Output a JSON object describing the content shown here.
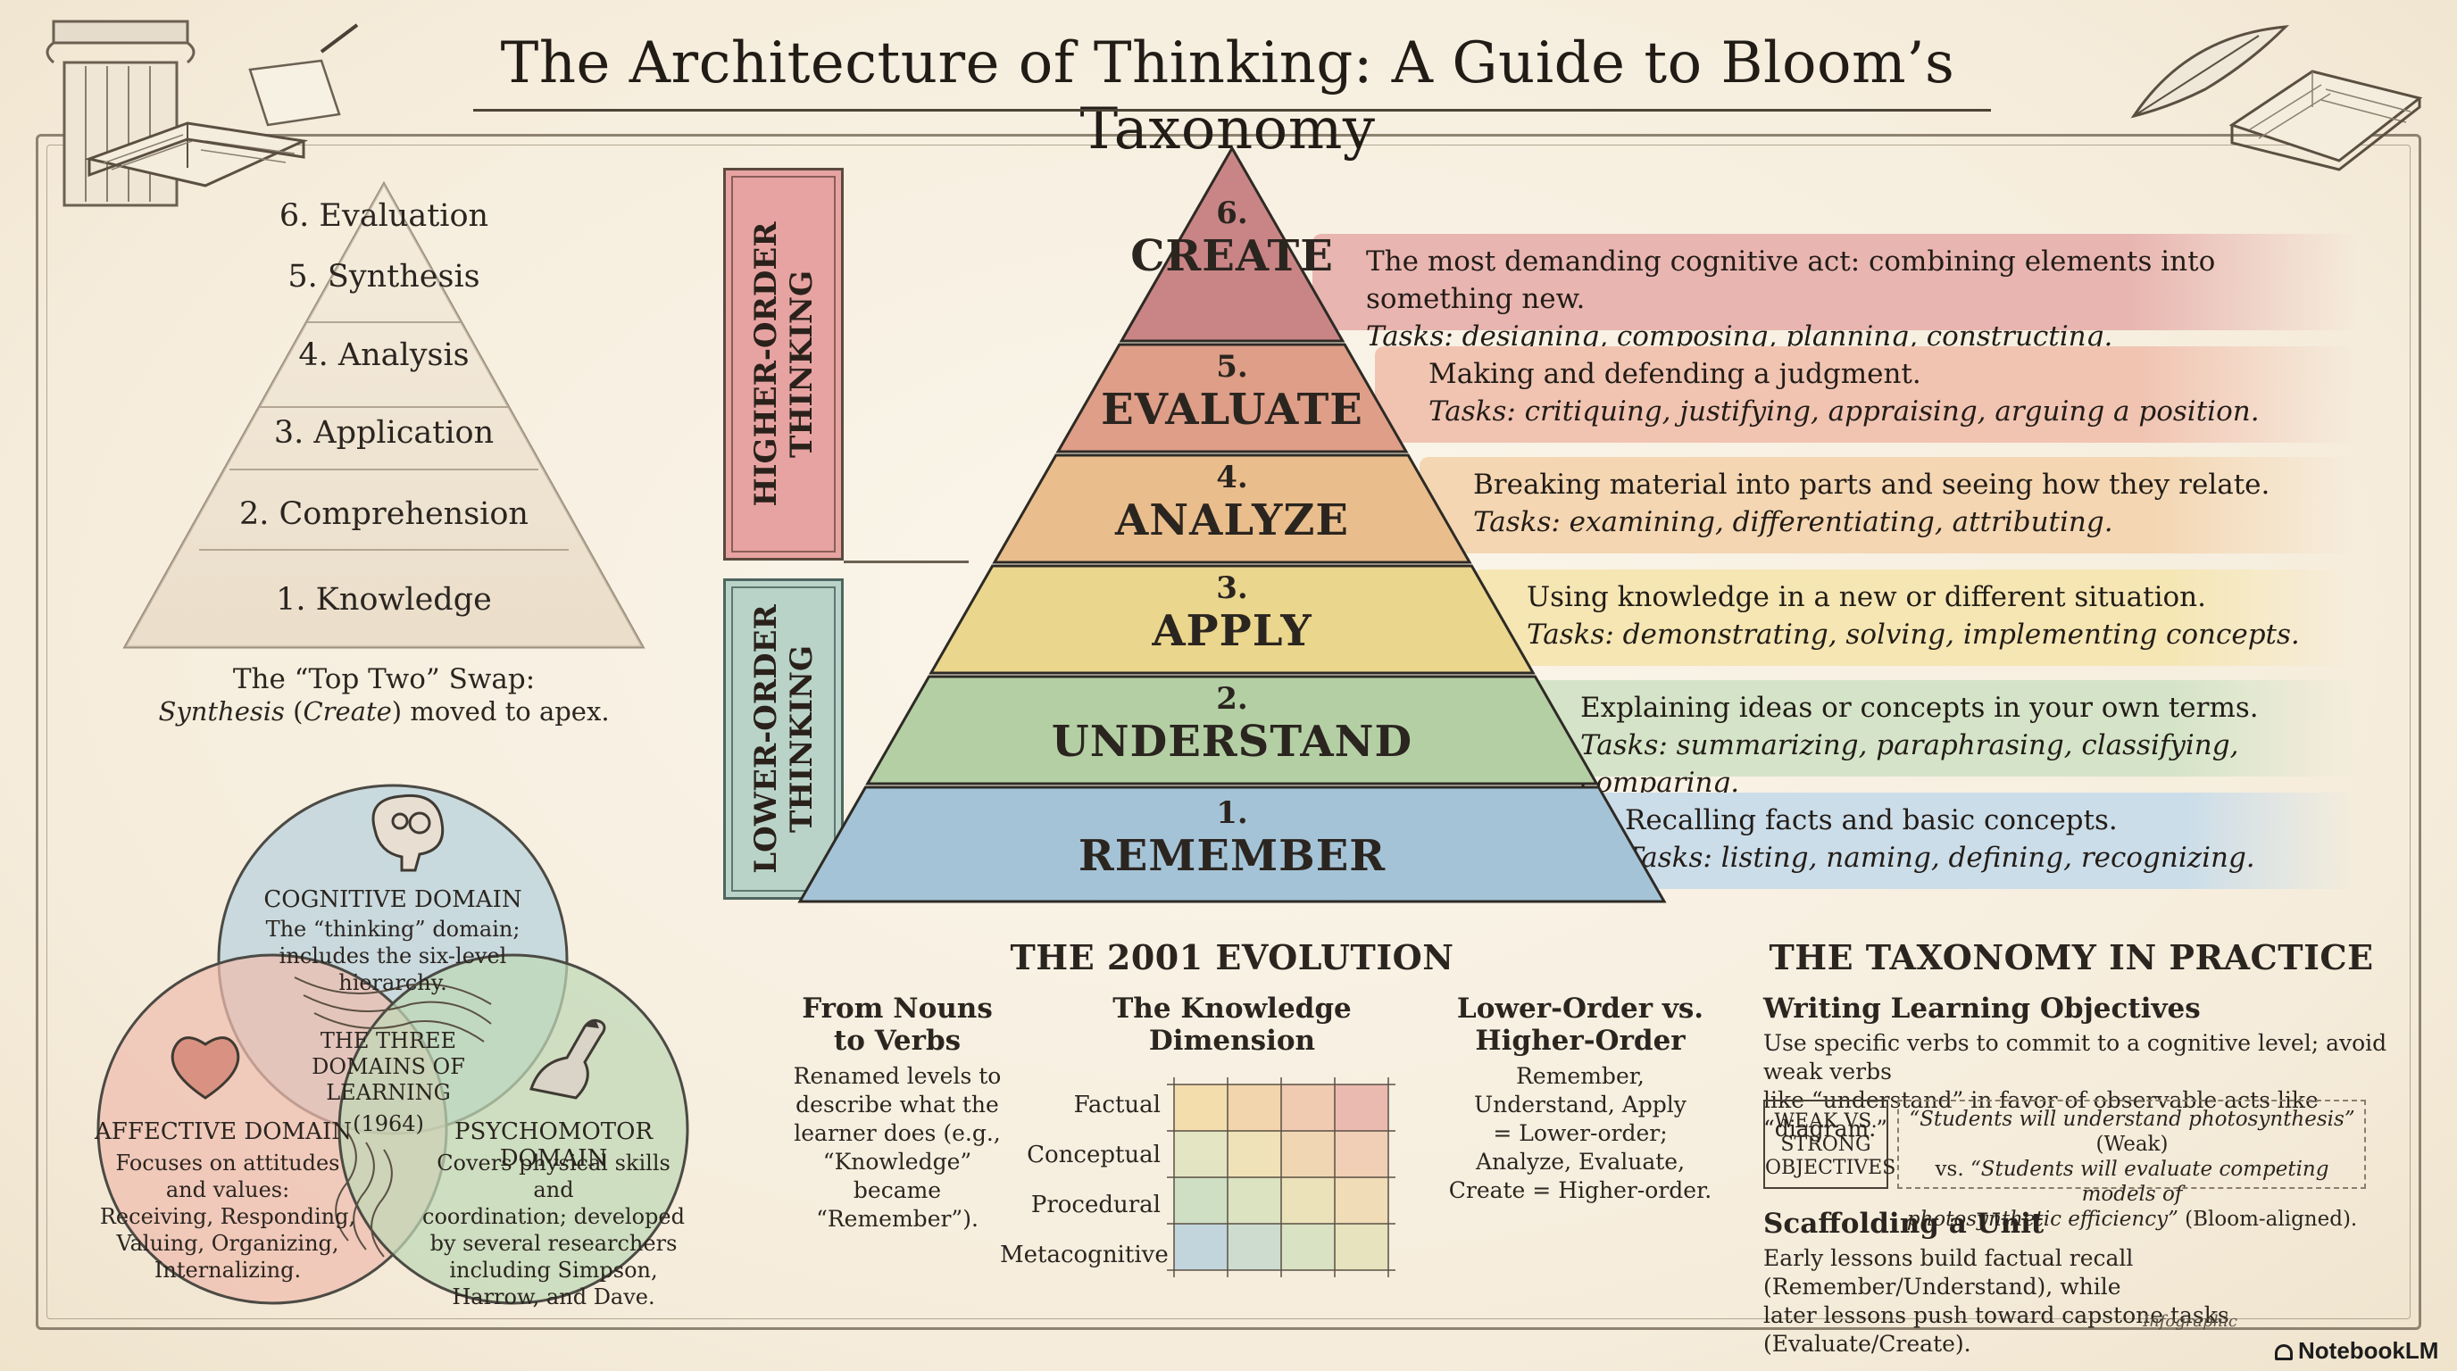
{
  "title": "The Architecture of Thinking: A Guide to Bloom’s Taxonomy",
  "original_pyramid": {
    "levels": [
      "6. Evaluation",
      "5. Synthesis",
      "4. Analysis",
      "3. Application",
      "2. Comprehension",
      "1. Knowledge"
    ],
    "caption_line1": "The “Top Two” Swap:",
    "caption_line2_part1": "Synthesis",
    "caption_line2_part2": " (",
    "caption_line2_part3": "Create",
    "caption_line2_part4": ") moved to apex."
  },
  "order_labels": {
    "higher": [
      "HIGHER-ORDER",
      "THINKING"
    ],
    "lower": [
      "LOWER-ORDER",
      "THINKING"
    ]
  },
  "revised_pyramid": {
    "levels": [
      {
        "num": "6.",
        "name": "CREATE",
        "desc": "The most demanding cognitive act: combining elements into something new.",
        "tasks": "Tasks: designing, composing, planning, constructing.",
        "color": "#c98585",
        "band": "#e8b5b0"
      },
      {
        "num": "5.",
        "name": "EVALUATE",
        "desc": "Making and defending a judgment.",
        "tasks": "Tasks: critiquing, justifying, appraising, arguing a position.",
        "color": "#de9e88",
        "band": "#f1c4b2"
      },
      {
        "num": "4.",
        "name": "ANALYZE",
        "desc": "Breaking material into parts and seeing how they relate.",
        "tasks": "Tasks: examining, differentiating, attributing.",
        "color": "#e9be8c",
        "band": "#f4d6b2"
      },
      {
        "num": "3.",
        "name": "APPLY",
        "desc": "Using knowledge in a new or different situation.",
        "tasks": "Tasks: demonstrating, solving, implementing concepts.",
        "color": "#ead68d",
        "band": "#f5e6b3"
      },
      {
        "num": "2.",
        "name": "UNDERSTAND",
        "desc": "Explaining ideas or concepts in your own terms.",
        "tasks": "Tasks: summarizing, paraphrasing, classifying, comparing.",
        "color": "#b4cfa4",
        "band": "#d5e4c8"
      },
      {
        "num": "1.",
        "name": "REMEMBER",
        "desc": "Recalling facts and basic concepts.",
        "tasks": "Tasks: listing, naming, defining, recognizing.",
        "color": "#a4c3d6",
        "band": "#cbdde9"
      }
    ]
  },
  "domains": {
    "cognitive": {
      "title": "COGNITIVE DOMAIN",
      "lines": [
        "The “thinking” domain;",
        "includes the six-level",
        "hierarchy."
      ],
      "icon": "brain-gears-icon"
    },
    "affective": {
      "title": "AFFECTIVE DOMAIN",
      "lines": [
        "Focuses on attitudes",
        "and values:",
        "Receiving, Responding,",
        "Valuing, Organizing,",
        "Internalizing."
      ],
      "icon": "heart-icon"
    },
    "psychomotor": {
      "title": "PSYCHOMOTOR DOMAIN",
      "lines": [
        "Covers physical skills and",
        "coordination; developed",
        "by several researchers",
        "including Simpson,",
        "Harrow, and Dave."
      ],
      "icon": "hand-wrench-icon"
    },
    "center": [
      "THE THREE",
      "DOMAINS OF",
      "LEARNING",
      "(1964)"
    ]
  },
  "evolution": {
    "heading": "THE 2001 EVOLUTION",
    "nouns_verbs": {
      "title": [
        "From Nouns",
        "to Verbs"
      ],
      "lines": [
        "Renamed levels to",
        "describe what the",
        "learner does (e.g.,",
        "“Knowledge”",
        "became",
        "“Remember”)."
      ]
    },
    "knowledge_dimension": {
      "title": "The Knowledge Dimension",
      "rows": [
        "Factual",
        "Conceptual",
        "Procedural",
        "Metacognitive"
      ]
    },
    "order": {
      "title": [
        "Lower-Order vs.",
        "Higher-Order"
      ],
      "lines": [
        "Remember,",
        "Understand, Apply",
        "= Lower-order;",
        "Analyze, Evaluate,",
        "Create = Higher-order."
      ]
    }
  },
  "practice": {
    "heading": "THE TAXONOMY IN PRACTICE",
    "objectives_title": "Writing Learning Objectives",
    "objectives_lines": [
      "Use specific verbs to commit to a cognitive level; avoid weak verbs",
      "like “understand” in favor of observable acts like “diagram.”"
    ],
    "box_label": [
      "WEAK VS.",
      "STRONG",
      "OBJECTIVES"
    ],
    "example_line1_quote": "“Students will understand photosynthesis”",
    "example_line1_tail": " (Weak)",
    "example_line2_head": "vs. ",
    "example_line2_quote": "“Students will evaluate competing models of",
    "example_line3_quote": "photosynthetic efficiency”",
    "example_line3_tail": " (Bloom-aligned).",
    "scaffold_title": "Scaffolding a Unit",
    "scaffold_lines": [
      "Early lessons build factual recall (Remember/Understand), while",
      "later lessons push toward capstone tasks (Evaluate/Create)."
    ]
  },
  "footer": {
    "infographic": "Infographic",
    "brand": "NotebookLM"
  }
}
